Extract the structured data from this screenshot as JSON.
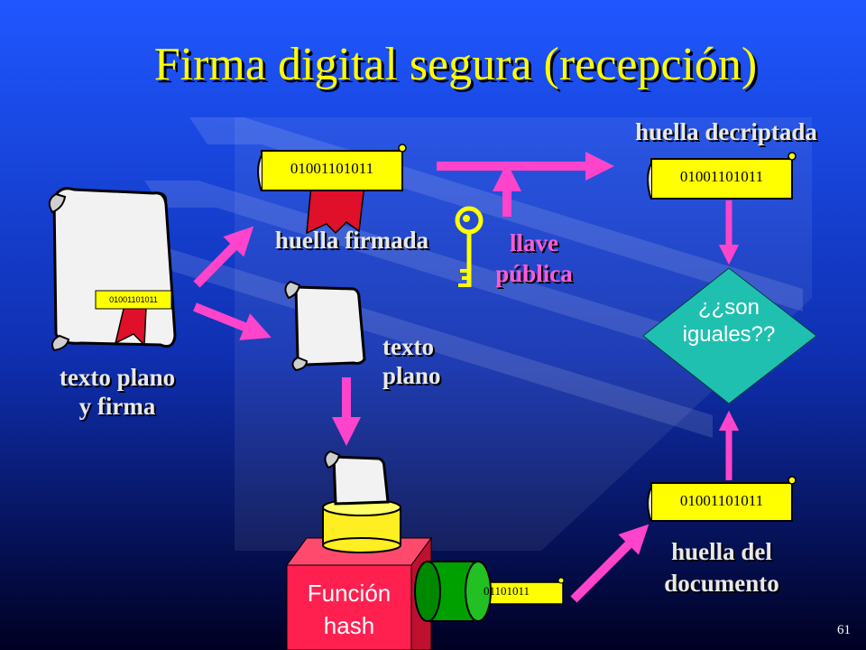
{
  "slide": {
    "title": "Firma digital segura (recepción)",
    "page_number": "61"
  },
  "labels": {
    "texto_plano_y_firma_1": "texto plano",
    "texto_plano_y_firma_2": "y firma",
    "huella_firmada": "huella firmada",
    "texto_plano_1": "texto",
    "texto_plano_2": "plano",
    "llave_publica_1": "llave",
    "llave_publica_2": "pública",
    "huella_decriptada": "huella decriptada",
    "huella_del_documento_1": "huella del",
    "huella_del_documento_2": "documento",
    "funcion_hash_1": "Función",
    "funcion_hash_2": "hash",
    "comparacion_1": "¿¿son",
    "comparacion_2": "iguales??"
  },
  "codes": {
    "signed_fingerprint": "01001101011",
    "decrypted_fingerprint": "01001101011",
    "document_fingerprint": "01001101011",
    "hash_output": "01101011",
    "small_seal": "01001101011"
  },
  "colors": {
    "title": "#ffff00",
    "arrow": "#ff44cc",
    "seal": "#e0102a",
    "scroll_label": "#ffff00",
    "diamond": "#20c0b0",
    "hash_box": "#ff2050",
    "cylinder_yellow": "#ffee22",
    "cylinder_green": "#00a000"
  }
}
